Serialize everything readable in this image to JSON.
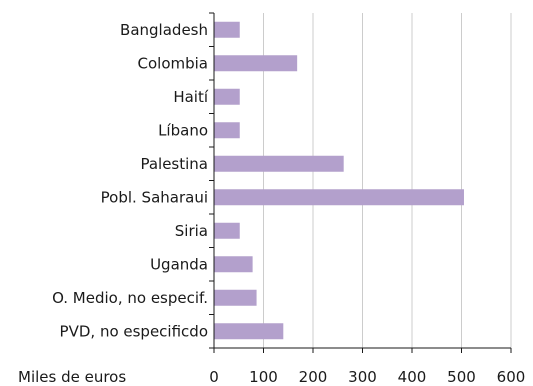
{
  "chart_data": {
    "type": "bar",
    "orientation": "horizontal",
    "categories": [
      "Bangladesh",
      "Colombia",
      "Haití",
      "Líbano",
      "Palestina",
      "Pobl. Saharaui",
      "Siria",
      "Uganda",
      "O. Medio, no especif.",
      "PVD, no especificdo"
    ],
    "values": [
      52,
      168,
      52,
      52,
      262,
      505,
      52,
      78,
      86,
      140
    ],
    "xlabel": "Miles de euros",
    "ylabel": "",
    "xlim": [
      0,
      600
    ],
    "xticks": [
      0,
      100,
      200,
      300,
      400,
      500,
      600
    ],
    "grid": "vertical",
    "bar_color": "#b3a0cc",
    "grid_color": "#cccccc",
    "axis_color": "#1a1a1a"
  }
}
